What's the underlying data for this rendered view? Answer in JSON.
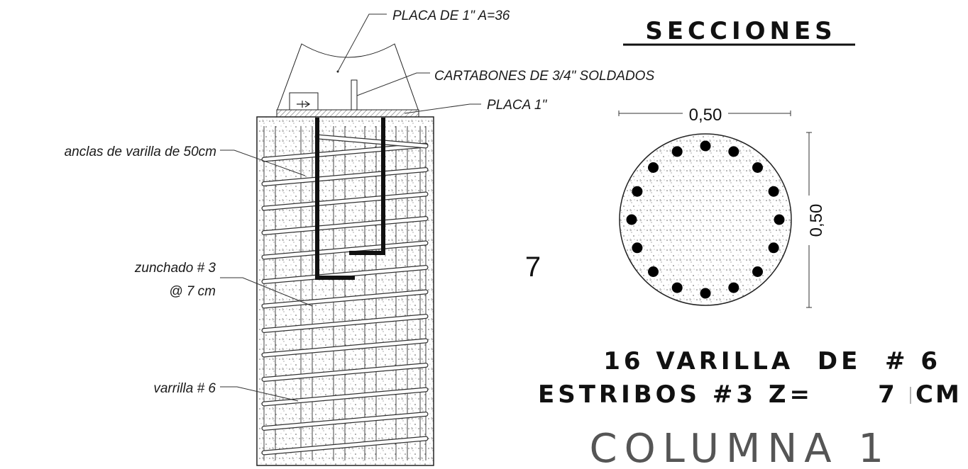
{
  "labels": {
    "plate_top": "PLACA DE 1\"  A=36",
    "gussets": "CARTABONES DE 3/4\" SOLDADOS",
    "plate": "PLACA 1\"",
    "anchors": "anclas de varilla de 50cm",
    "spiral_line1": "zunchado # 3",
    "spiral_line2": "@ 7  cm",
    "rebar": "varrilla # 6"
  },
  "section": {
    "title": "SECCIONES",
    "dim_width": "0,50",
    "dim_height": "0,50",
    "bar_count": 16,
    "stray_number": "7"
  },
  "notes": {
    "line1": "16 VARILLA  DE  # 6",
    "line2_prefix": "ESTRIBOS #3 Z=",
    "line2_value": "7",
    "line2_suffix": "CM"
  },
  "title": "COLUMNA 1",
  "colors": {
    "ink": "#111111",
    "fill_pattern": "#555555",
    "title_gray": "#555555"
  }
}
